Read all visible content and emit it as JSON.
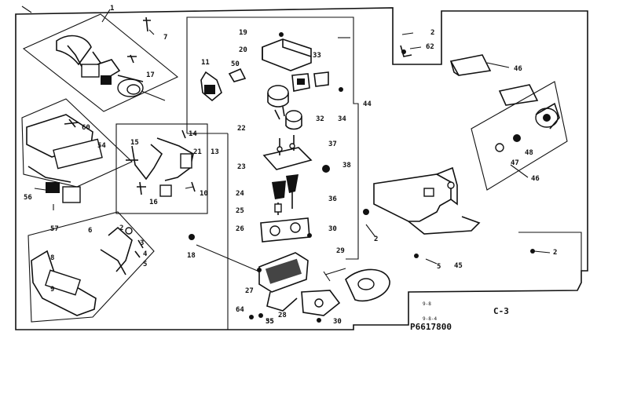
{
  "diagram": {
    "page_code": "C-3",
    "part_number": "P6617800",
    "small_notes": [
      "9-8",
      "9-8-4"
    ],
    "callouts": [
      {
        "id": "c1",
        "text": "1"
      },
      {
        "id": "c2a",
        "text": "2"
      },
      {
        "id": "c2b",
        "text": "2"
      },
      {
        "id": "c2c",
        "text": "2"
      },
      {
        "id": "c2d",
        "text": "2"
      },
      {
        "id": "c3",
        "text": "3"
      },
      {
        "id": "c4",
        "text": "4"
      },
      {
        "id": "c5a",
        "text": "5"
      },
      {
        "id": "c5b",
        "text": "5"
      },
      {
        "id": "c6",
        "text": "6"
      },
      {
        "id": "c7",
        "text": "7"
      },
      {
        "id": "c8",
        "text": "8"
      },
      {
        "id": "c9",
        "text": "9"
      },
      {
        "id": "c10",
        "text": "10"
      },
      {
        "id": "c11",
        "text": "11"
      },
      {
        "id": "c13",
        "text": "13"
      },
      {
        "id": "c14",
        "text": "14"
      },
      {
        "id": "c15",
        "text": "15"
      },
      {
        "id": "c16",
        "text": "16"
      },
      {
        "id": "c17",
        "text": "17"
      },
      {
        "id": "c18",
        "text": "18"
      },
      {
        "id": "c19",
        "text": "19"
      },
      {
        "id": "c20",
        "text": "20"
      },
      {
        "id": "c21",
        "text": "21"
      },
      {
        "id": "c22",
        "text": "22"
      },
      {
        "id": "c23",
        "text": "23"
      },
      {
        "id": "c24",
        "text": "24"
      },
      {
        "id": "c25",
        "text": "25"
      },
      {
        "id": "c26",
        "text": "26"
      },
      {
        "id": "c27",
        "text": "27"
      },
      {
        "id": "c28",
        "text": "28"
      },
      {
        "id": "c29",
        "text": "29"
      },
      {
        "id": "c30a",
        "text": "30"
      },
      {
        "id": "c30b",
        "text": "30"
      },
      {
        "id": "c32",
        "text": "32"
      },
      {
        "id": "c33",
        "text": "33"
      },
      {
        "id": "c34",
        "text": "34"
      },
      {
        "id": "c35",
        "text": "35"
      },
      {
        "id": "c36",
        "text": "36"
      },
      {
        "id": "c37",
        "text": "37"
      },
      {
        "id": "c38",
        "text": "38"
      },
      {
        "id": "c44",
        "text": "44"
      },
      {
        "id": "c45",
        "text": "45"
      },
      {
        "id": "c46a",
        "text": "46"
      },
      {
        "id": "c46b",
        "text": "46"
      },
      {
        "id": "c47",
        "text": "47"
      },
      {
        "id": "c48",
        "text": "48"
      },
      {
        "id": "c50",
        "text": "50"
      },
      {
        "id": "c54",
        "text": "54"
      },
      {
        "id": "c55",
        "text": "55"
      },
      {
        "id": "c56",
        "text": "56"
      },
      {
        "id": "c57",
        "text": "57"
      },
      {
        "id": "c60",
        "text": "60"
      },
      {
        "id": "c62",
        "text": "62"
      },
      {
        "id": "c64",
        "text": "64"
      }
    ]
  }
}
